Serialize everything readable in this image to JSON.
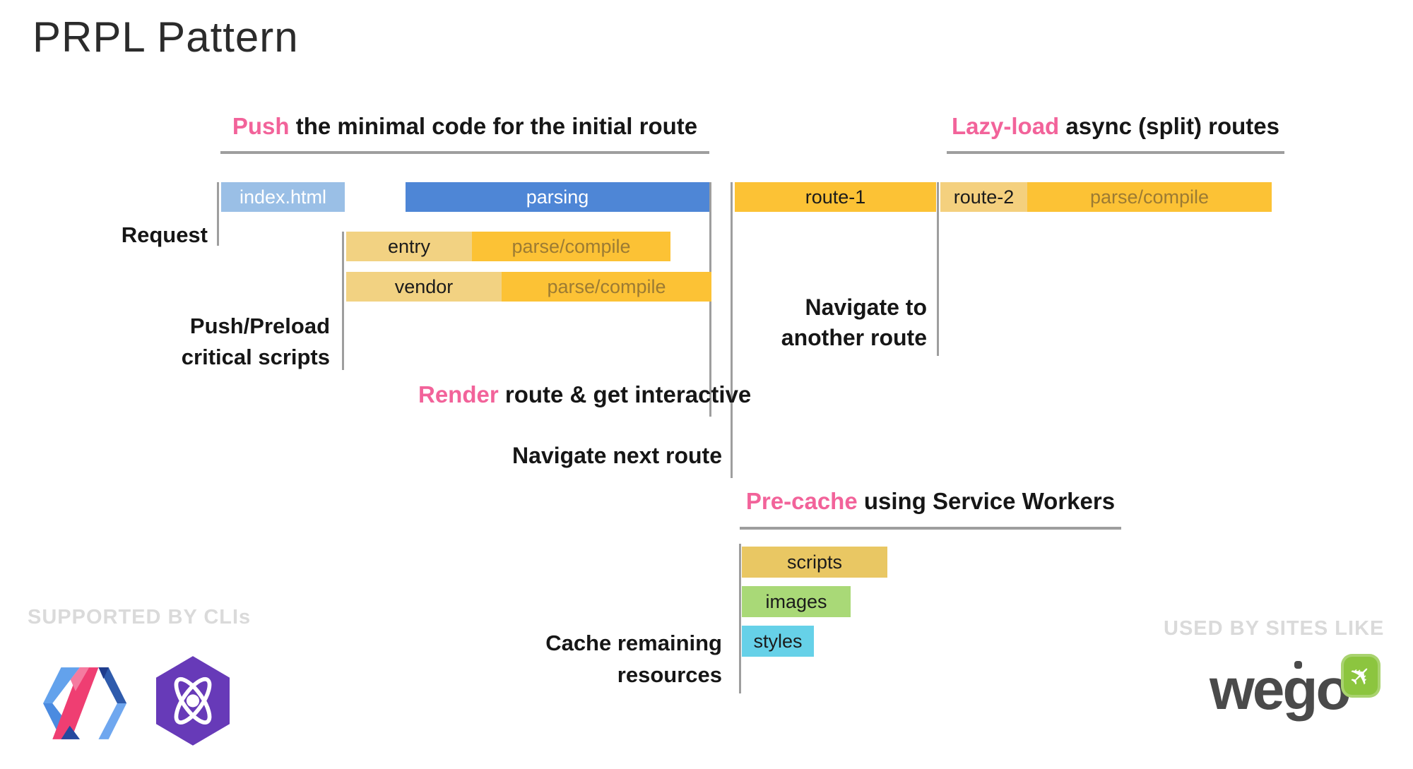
{
  "slide": {
    "title": "PRPL Pattern"
  },
  "sections": {
    "push": {
      "highlight": "Push",
      "rest": " the minimal code for the initial route"
    },
    "lazy": {
      "highlight": "Lazy-load",
      "rest": " async (split) routes"
    },
    "render": {
      "highlight": "Render",
      "rest": " route & get interactive"
    },
    "precache": {
      "highlight": "Pre-cache",
      "rest": " using Service Workers"
    }
  },
  "labels": {
    "request": "Request",
    "push_preload": [
      "Push/Preload",
      "critical scripts"
    ],
    "navigate_next": "Navigate next route",
    "navigate_another": [
      "Navigate to",
      "another route"
    ],
    "cache_remaining": [
      "Cache remaining",
      "resources"
    ]
  },
  "bars": {
    "index_html": "index.html",
    "parsing": "parsing",
    "entry": "entry",
    "vendor": "vendor",
    "parse_compile": "parse/compile",
    "route1": "route-1",
    "route2": "route-2",
    "scripts": "scripts",
    "images": "images",
    "styles": "styles"
  },
  "footer": {
    "left_caption": "SUPPORTED BY CLIs",
    "right_caption": "USED BY SITES LIKE",
    "logos": [
      "polymer-logo",
      "preact-logo",
      "wego-logo"
    ],
    "wego": "wego",
    "plane_icon": "✈"
  },
  "colors": {
    "pink": "#f2639a",
    "bar_blue_light": "#9abfe6",
    "bar_blue": "#4e86d6",
    "bar_gold": "#fcc235",
    "bar_tan": "#f2d282",
    "bar_tan_route2": "#f4d07e",
    "bar_scripts": "#e9c763",
    "bar_images": "#a9d977",
    "bar_styles": "#66d1e8",
    "gold_text": "#9c7b33",
    "line_gray": "#9e9e9e",
    "caption_gray": "#dadada",
    "text_black": "#1b1b1b",
    "preact_purple": "#673ab8",
    "wego_green": "#8cc53f",
    "wego_gray": "#4a4a4a"
  }
}
